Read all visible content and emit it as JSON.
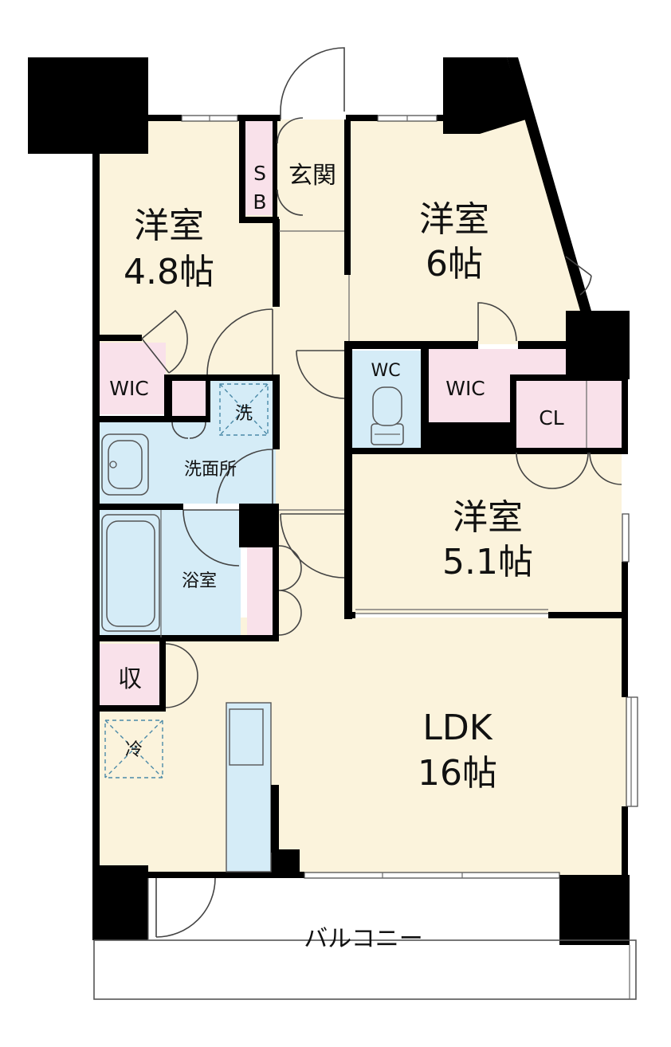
{
  "rooms": {
    "western_48": {
      "name": "洋室",
      "size": "4.8帖"
    },
    "western_6": {
      "name": "洋室",
      "size": "6帖"
    },
    "western_51": {
      "name": "洋室",
      "size": "5.1帖"
    },
    "ldk": {
      "name": "LDK",
      "size": "16帖"
    },
    "entrance": "玄関",
    "shoe_box": {
      "line1": "S",
      "line2": "B"
    },
    "wic_left": "WIC",
    "wic_right": "WIC",
    "wc": "WC",
    "closet": "CL",
    "washer": "洗",
    "washroom": "洗面所",
    "bathroom": "浴室",
    "storage": "収",
    "fridge": "冷",
    "balcony": "バルコニー"
  },
  "colors": {
    "room_floor": "#fbf3dc",
    "storage_pink": "#f9e1ea",
    "wet_blue": "#d5ecf7",
    "wall": "#000000",
    "balcony": "#ffffff"
  }
}
